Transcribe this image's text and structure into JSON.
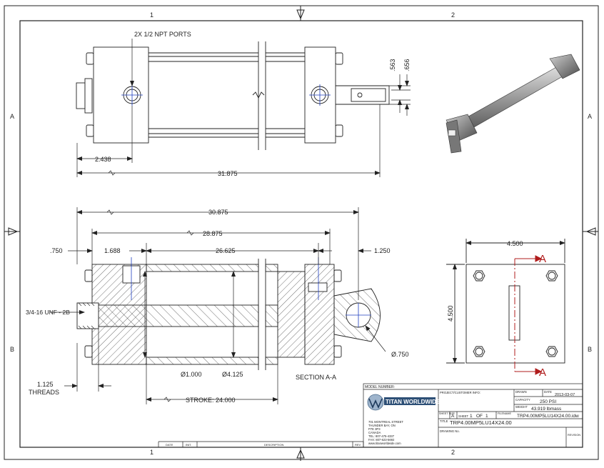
{
  "zones": {
    "col1": "1",
    "col2": "2",
    "rowA": "A",
    "rowB": "B"
  },
  "top_view": {
    "ports_note": "2X 1/2 NPT PORTS",
    "dim_2438": "2.438",
    "dim_31875": "31.875",
    "dim_563": ".563",
    "dim_656": ".656"
  },
  "section_view": {
    "dim_30875": "30.875",
    "dim_28875": "28.875",
    "dim_750": ".750",
    "dim_1688": "1.688",
    "dim_26625": "26.625",
    "dim_1250": "1.250",
    "thread_note": "3/4-16 UNF - 2B",
    "threads_value": "1.125",
    "threads_label": "THREADS",
    "rod_dia": "Ø1.000",
    "bore_dia": "Ø4.125",
    "pin_dia": "Ø.750",
    "stroke": "STROKE: 24.000",
    "title": "SECTION A-A"
  },
  "end_view": {
    "width": "4.500",
    "height": "4.500",
    "section_marker": "A"
  },
  "title_block": {
    "model_number_label": "MODEL NUMBER:",
    "company": "TITAN WORLDWIDE INC.",
    "address": [
      "701 MONTREAL STREET",
      "THUNDER BAY, ON",
      "P7E 3P3",
      "CANADA",
      "TEL: 807-475-4337",
      "FAX: 807-623-5692",
      "www.titanworldwide.com"
    ],
    "project_label": "PROJECT/CUSTOMER INFO:",
    "drawn_label": "DRAWN",
    "date_label": "DATE",
    "date_value": "2013-03-07",
    "capacity_label": "CAPACITY",
    "capacity_value": "250 PSI",
    "weight_label": "WEIGHT",
    "weight_value": "43.919 lbmass",
    "size_label": "SHEET SIZE",
    "size_value": "A",
    "sheet_label": "SHEET",
    "sheet_value": "1",
    "of_label": "OF",
    "of_value": "1",
    "filename_label": "FILENAME",
    "filename_value": "TRP4.00MP5LU14X24.00.idw",
    "title_label": "TITLE",
    "title_value": "TRP4.00MP5LU14X24.00",
    "drawing_no_label": "DRAWING No.",
    "revision_label": "REVISION",
    "rev_table": {
      "date": "DATE",
      "init": "INIT.",
      "description": "DESCRIPTION",
      "rev": "REV"
    }
  }
}
